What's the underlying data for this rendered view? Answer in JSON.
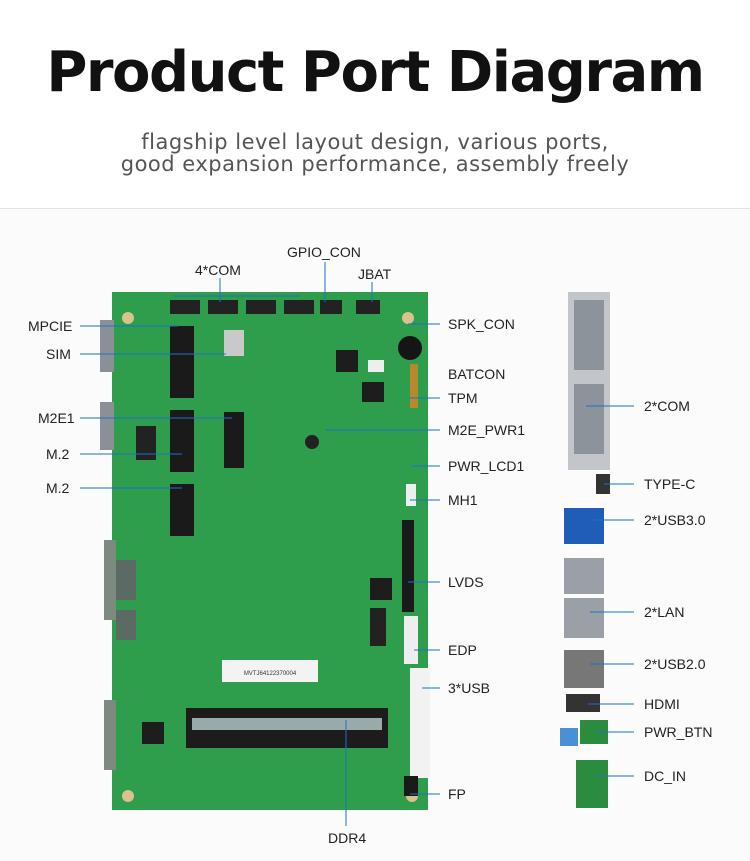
{
  "header": {
    "title": "Product Port Diagram",
    "subtitle_line1": "flagship level layout design, various ports,",
    "subtitle_line2": "good expansion performance, assembly freely"
  },
  "board_labels": {
    "top": [
      "4*COM",
      "GPIO_CON",
      "JBAT"
    ],
    "left": [
      "MPCIE",
      "SIM",
      "M2E1",
      "M.2",
      "M.2"
    ],
    "right": [
      "SPK_CON",
      "BATCON",
      "TPM",
      "M2E_PWR1",
      "PWR_LCD1",
      "MH1",
      "LVDS",
      "EDP",
      "3*USB",
      "FP"
    ],
    "bottom": [
      "DDR4"
    ],
    "sticker": "MVTJ64122370004"
  },
  "io_labels": [
    "2*COM",
    "TYPE-C",
    "2*USB3.0",
    "2*LAN",
    "2*USB2.0",
    "HDMI",
    "PWR_BTN",
    "DC_IN"
  ],
  "colors": {
    "pcb": "#2e9e4c",
    "pcb_dark": "#1f7a36",
    "accent": "#1e6fd0"
  }
}
